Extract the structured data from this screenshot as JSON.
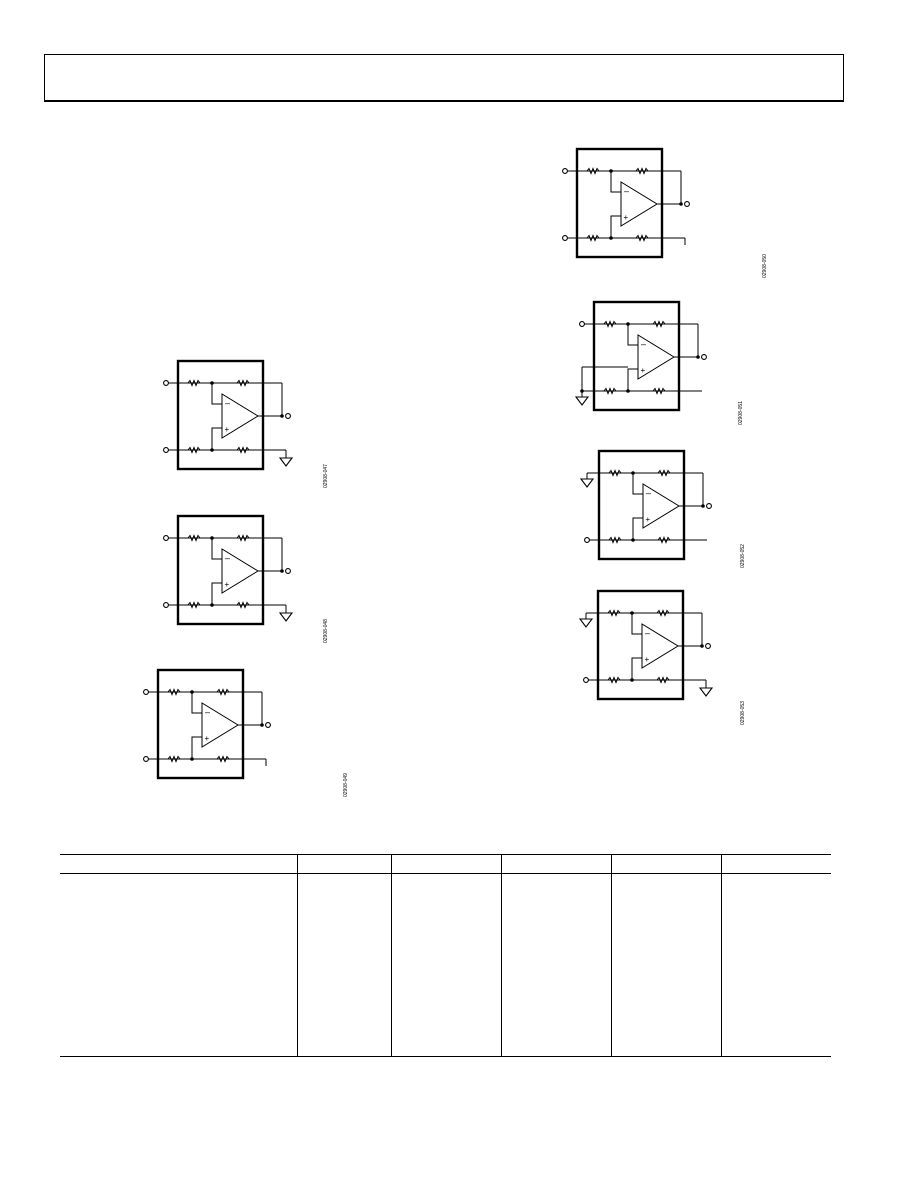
{
  "figures": [
    {
      "id": "fig-a",
      "variant": "ground-right",
      "caption": "02908-047"
    },
    {
      "id": "fig-b",
      "variant": "ground-right-low",
      "caption": "02908-048"
    },
    {
      "id": "fig-c",
      "variant": "open",
      "caption": "02908-049"
    },
    {
      "id": "fig-d",
      "variant": "open",
      "caption": "02908-050"
    },
    {
      "id": "fig-e",
      "variant": "ground-left",
      "caption": "02908-051"
    },
    {
      "id": "fig-f",
      "variant": "ground-top-left",
      "caption": "02908-052"
    },
    {
      "id": "fig-g",
      "variant": "ground-top-left-and-right",
      "caption": "02908-053"
    }
  ],
  "table": {
    "columns": 6
  }
}
